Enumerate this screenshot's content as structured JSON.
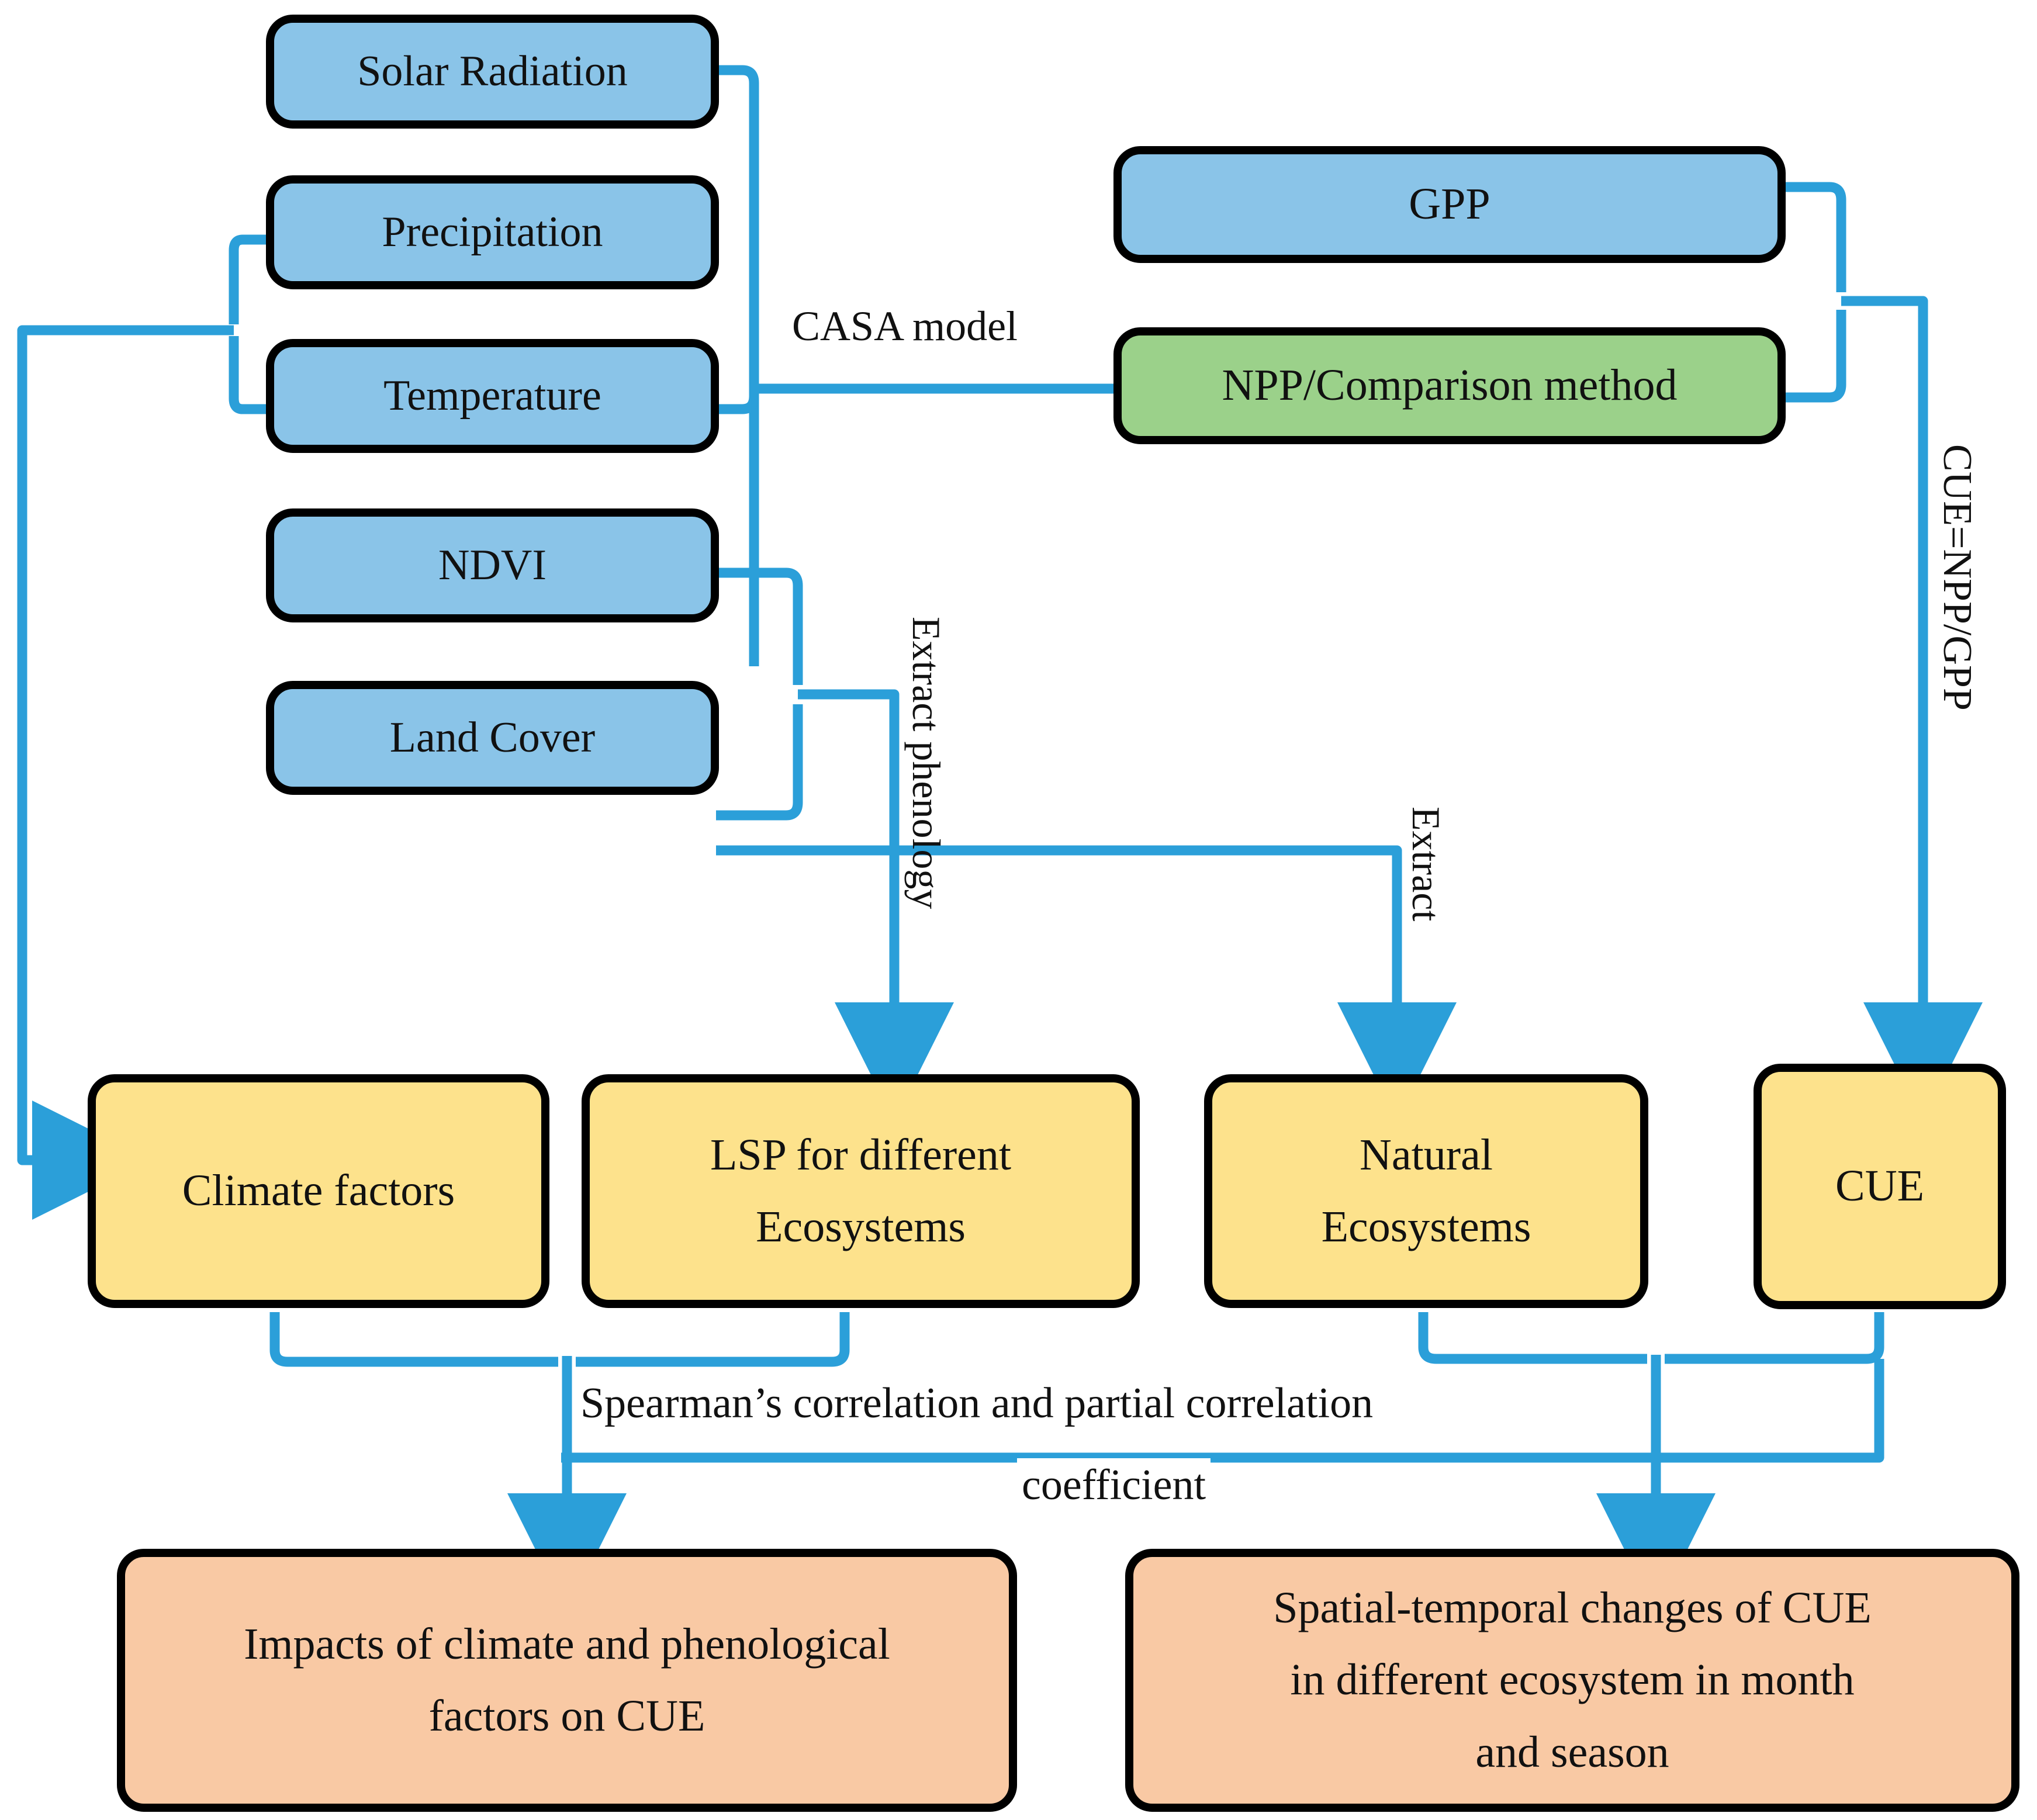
{
  "diagram": {
    "title": "CUE research workflow flowchart",
    "colors": {
      "input_blue": "#8AC4E8",
      "method_green": "#9BD18A",
      "intermediate_yellow": "#FDE28C",
      "output_orange": "#F9C9A4",
      "connector_blue": "#2B9FD9",
      "outline_black": "#000000"
    }
  },
  "inputs": [
    {
      "id": "solar-radiation",
      "label": "Solar Radiation"
    },
    {
      "id": "precipitation",
      "label": "Precipitation"
    },
    {
      "id": "temperature",
      "label": "Temperature"
    },
    {
      "id": "ndvi",
      "label": "NDVI"
    },
    {
      "id": "land-cover",
      "label": "Land Cover"
    }
  ],
  "products": [
    {
      "id": "gpp",
      "label": "GPP"
    },
    {
      "id": "npp",
      "label": "NPP/Comparison method"
    }
  ],
  "intermediates": [
    {
      "id": "climate-factors",
      "label": "Climate factors"
    },
    {
      "id": "lsp",
      "label": "LSP for different\nEcosystems"
    },
    {
      "id": "natural-eco",
      "label": "Natural\nEcosystems"
    },
    {
      "id": "cue",
      "label": "CUE"
    }
  ],
  "outputs": [
    {
      "id": "impacts",
      "label": "Impacts of climate and phenological\nfactors on CUE"
    },
    {
      "id": "spatial",
      "label": "Spatial-temporal changes of CUE\nin different ecosystem in month\nand season"
    }
  ],
  "edge_labels": {
    "casa_model": "CASA model",
    "cue_formula": "CUE=NPP/GPP",
    "extract_phenology": "Extract phenology",
    "extract": "Extract",
    "spearman_line1": "Spearman’s correlation and partial correlation",
    "spearman_line2": "coefficient"
  }
}
